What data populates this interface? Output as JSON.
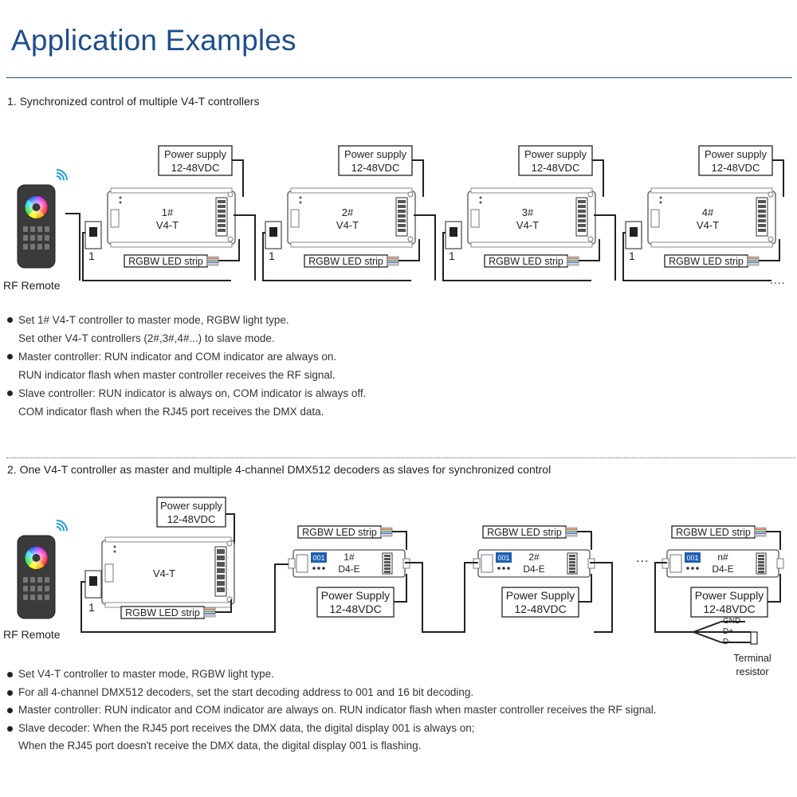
{
  "title": "Application Examples",
  "section1": {
    "heading": "1. Synchronized control of multiple V4-T controllers",
    "remote_label": "RF Remote",
    "power_supply": [
      "Power supply",
      "12-48VDC"
    ],
    "strip_label": "RGBW LED strip",
    "controller_model": "V4-T",
    "controllers": [
      "1#",
      "2#",
      "3#",
      "4#"
    ],
    "switch_label": "1",
    "notes": [
      [
        "Set 1# V4-T controller to master mode, RGBW light type.",
        "Set other V4-T controllers (2#,3#,4#...) to slave mode."
      ],
      [
        "Master controller: RUN indicator and COM indicator are always on.",
        "RUN indicator flash when master controller receives the RF signal."
      ],
      [
        "Slave controller: RUN indicator is always on, COM indicator is always off.",
        "COM indicator flash when the RJ45 port receives the DMX data."
      ]
    ]
  },
  "section2": {
    "heading": "2. One V4-T controller as master and multiple 4-channel DMX512 decoders as slaves for synchronized control",
    "remote_label": "RF Remote",
    "master_power_supply": [
      "Power supply",
      "12-48VDC"
    ],
    "master_model": "V4-T",
    "strip_label": "RGBW LED strip",
    "switch_label": "1",
    "decoder_model": "D4-E",
    "decoders": [
      "1#",
      "2#",
      "n#"
    ],
    "display_value": "001",
    "decoder_power_supply": [
      "Power Supply",
      "12-48VDC"
    ],
    "bus_labels": [
      "GND",
      "D+",
      "D-"
    ],
    "terminal_label": [
      "Terminal",
      "resistor"
    ],
    "notes": [
      [
        "Set V4-T controller to master mode, RGBW light type."
      ],
      [
        "For all 4-channel DMX512 decoders, set the start decoding address to 001 and 16 bit decoding."
      ],
      [
        "Master controller: RUN indicator and COM indicator are always on. RUN indicator flash when master controller receives the RF signal."
      ],
      [
        "Slave decoder: When the RJ45 port receives the DMX data, the digital display 001 is always on;",
        "When the RJ45 port doesn't receive the DMX data, the digital display 001 is flashing."
      ]
    ]
  },
  "colors": {
    "title": "#1e4e8c",
    "wire": "#222222",
    "device_outline": "#555555",
    "display": "#1f5fb0"
  }
}
